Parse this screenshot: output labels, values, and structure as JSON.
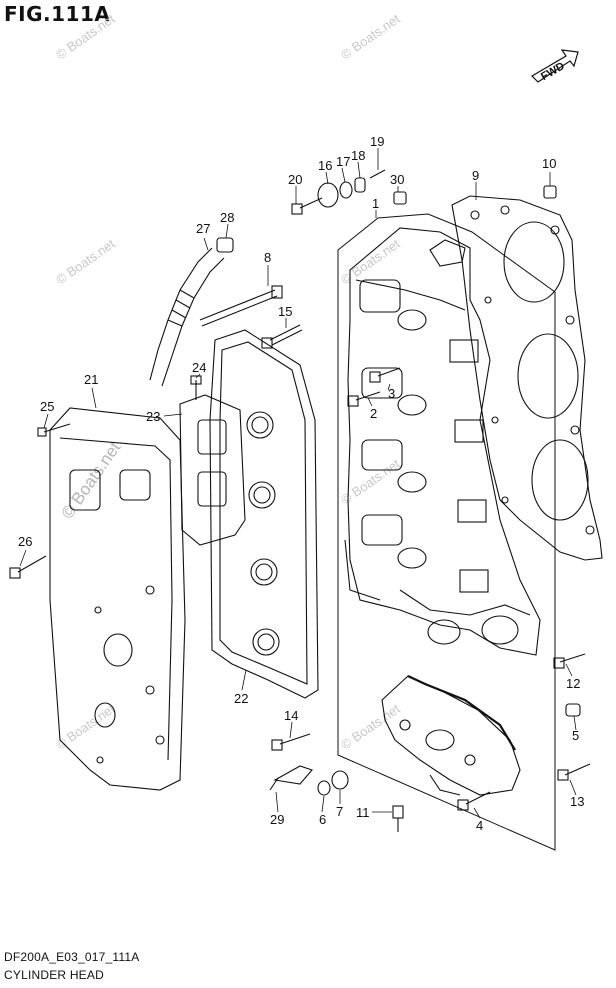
{
  "figure": {
    "title": "FIG.111A",
    "code": "DF200A_E03_017_111A",
    "name": "CYLINDER HEAD"
  },
  "fwd_label": "FWD",
  "watermarks": [
    "© Boats.net",
    "© Boats.net",
    "© Boats.net",
    "© Boats.net",
    "© Boats.net",
    "© Boats.net",
    "© Boats.net",
    "© Boats.net"
  ],
  "callouts": {
    "c1": "1",
    "c2": "2",
    "c3": "3",
    "c4": "4",
    "c5": "5",
    "c6": "6",
    "c7": "7",
    "c8": "8",
    "c9": "9",
    "c10": "10",
    "c11": "11",
    "c12": "12",
    "c13": "13",
    "c14": "14",
    "c15": "15",
    "c16": "16",
    "c17": "17",
    "c18": "18",
    "c19": "19",
    "c20": "20",
    "c21": "21",
    "c22": "22",
    "c23": "23",
    "c24": "24",
    "c25": "25",
    "c26": "26",
    "c27": "27",
    "c28": "28",
    "c29": "29",
    "c30": "30"
  },
  "colors": {
    "line": "#111111",
    "watermark": "#c8c8c8",
    "background": "#ffffff"
  }
}
